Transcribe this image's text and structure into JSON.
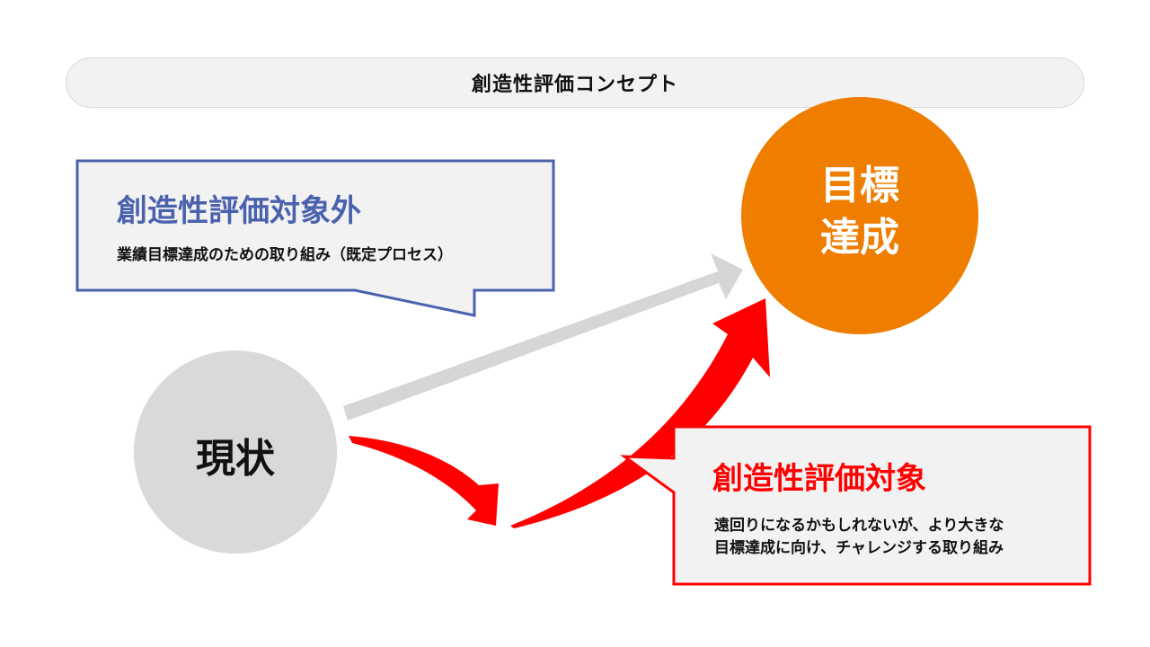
{
  "title": "創造性評価コンセプト",
  "current_state": {
    "label": "現状"
  },
  "goal": {
    "label_line1": "目標",
    "label_line2": "達成"
  },
  "non_target": {
    "heading": "創造性評価対象外",
    "description": "業績目標達成のための取り組み（既定プロセス）"
  },
  "target": {
    "heading": "創造性評価対象",
    "description_line1": "遠回りになるかもしれないが、より大きな",
    "description_line2": "目標達成に向け、チャレンジする取り組み"
  },
  "colors": {
    "blue_accent": "#4a62ad",
    "red_accent": "#ff0000",
    "orange_goal": "#ee7d00",
    "gray_circle": "#d9d9d9",
    "gray_arrow": "#d6d6d6",
    "box_fill": "#f2f2f2"
  }
}
